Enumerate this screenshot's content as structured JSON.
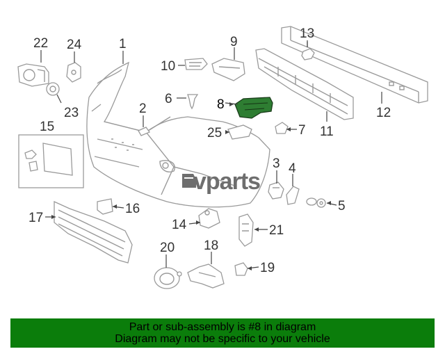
{
  "diagram": {
    "callouts": [
      "1",
      "2",
      "3",
      "4",
      "5",
      "6",
      "7",
      "8",
      "9",
      "10",
      "11",
      "12",
      "13",
      "14",
      "15",
      "16",
      "17",
      "18",
      "19",
      "20",
      "21",
      "22",
      "23",
      "24",
      "25"
    ],
    "highlighted_part": "8",
    "highlight_color": "#2e7d32",
    "watermark": "vparts",
    "watermark_icon": "car-logo-icon"
  },
  "banner": {
    "line1": "Part or sub-assembly is #8 in diagram",
    "line2": "Diagram may not be specific to your vehicle",
    "background": "#0b7d0b"
  }
}
